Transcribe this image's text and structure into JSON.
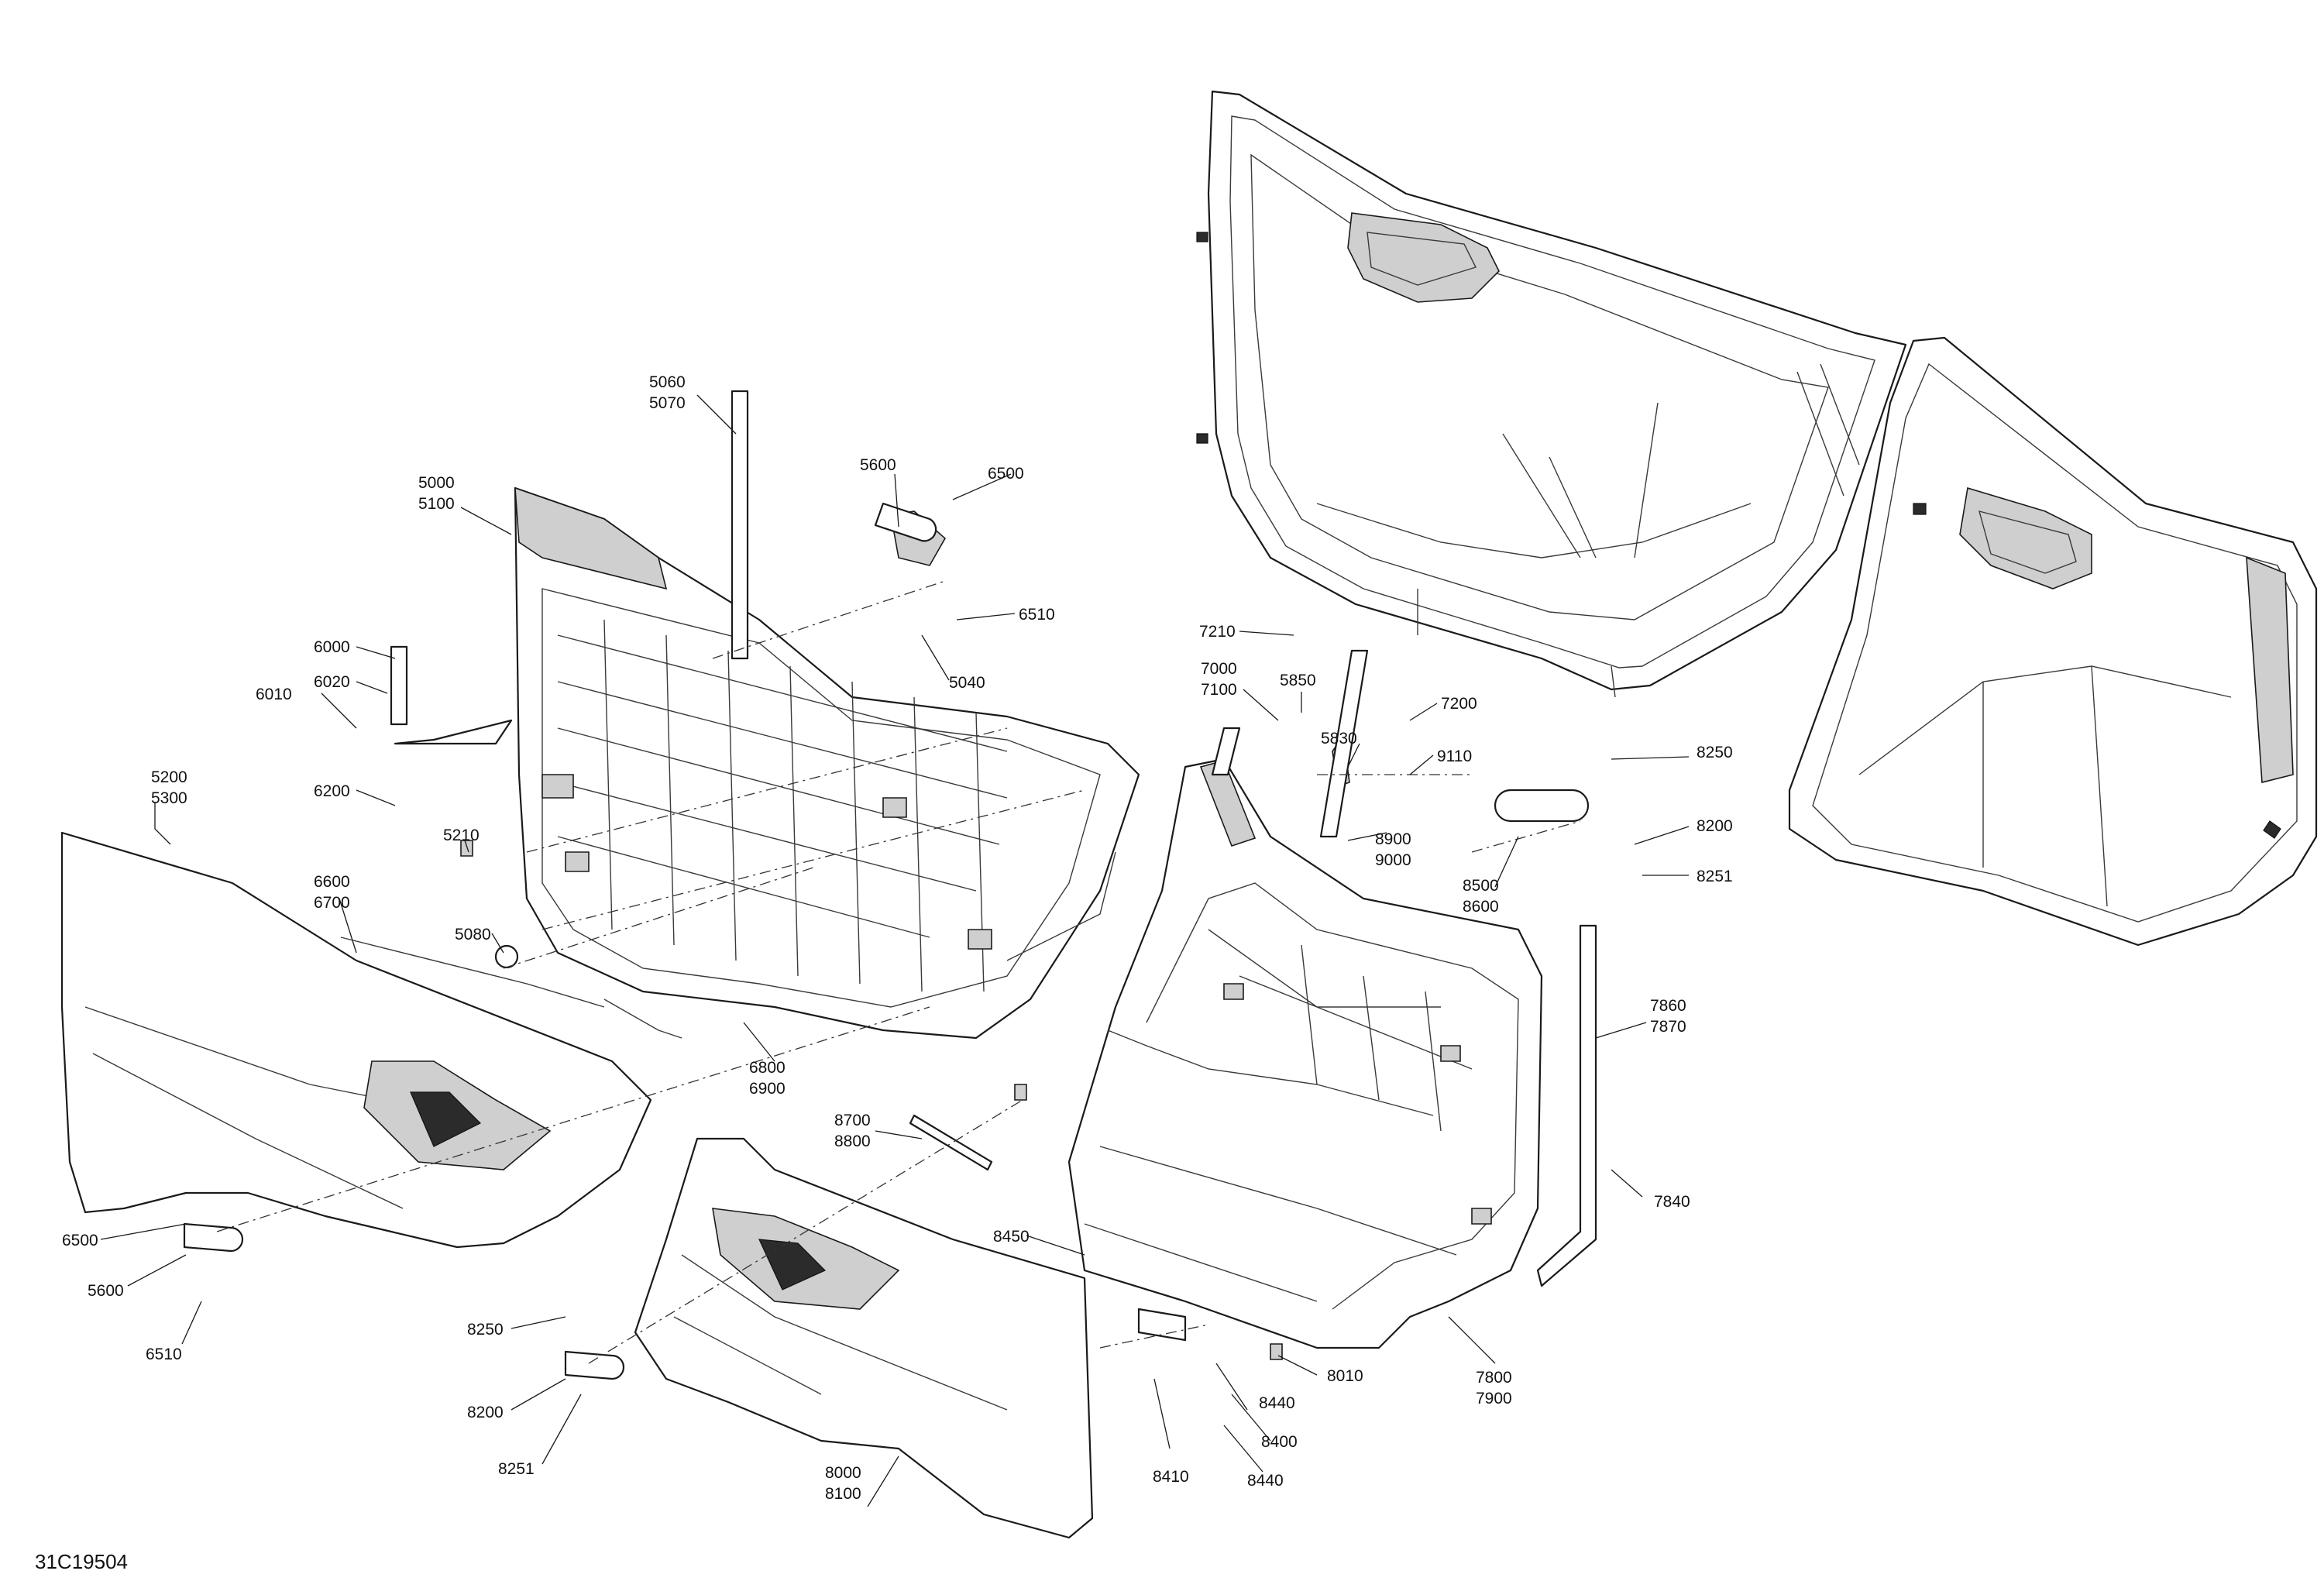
{
  "diagram": {
    "drawing_code": "31C19504",
    "callouts": [
      {
        "id": "c5060",
        "lines": [
          "5060",
          "5070"
        ]
      },
      {
        "id": "c5000",
        "lines": [
          "5000",
          "5100"
        ]
      },
      {
        "id": "c5600a",
        "lines": [
          "5600"
        ]
      },
      {
        "id": "c6500a",
        "lines": [
          "6500"
        ]
      },
      {
        "id": "c6510a",
        "lines": [
          "6510"
        ]
      },
      {
        "id": "c5040",
        "lines": [
          "5040"
        ]
      },
      {
        "id": "c6000",
        "lines": [
          "6000"
        ]
      },
      {
        "id": "c6020",
        "lines": [
          "6020"
        ]
      },
      {
        "id": "c6010",
        "lines": [
          "6010"
        ]
      },
      {
        "id": "c6200",
        "lines": [
          "6200"
        ]
      },
      {
        "id": "c5200",
        "lines": [
          "5200",
          "5300"
        ]
      },
      {
        "id": "c5210",
        "lines": [
          "5210"
        ]
      },
      {
        "id": "c6600",
        "lines": [
          "6600",
          "6700"
        ]
      },
      {
        "id": "c5080",
        "lines": [
          "5080"
        ]
      },
      {
        "id": "c6800",
        "lines": [
          "6800",
          "6900"
        ]
      },
      {
        "id": "c6500b",
        "lines": [
          "6500"
        ]
      },
      {
        "id": "c5600b",
        "lines": [
          "5600"
        ]
      },
      {
        "id": "c6510b",
        "lines": [
          "6510"
        ]
      },
      {
        "id": "c8250a",
        "lines": [
          "8250"
        ]
      },
      {
        "id": "c8200a",
        "lines": [
          "8200"
        ]
      },
      {
        "id": "c8251a",
        "lines": [
          "8251"
        ]
      },
      {
        "id": "c8700",
        "lines": [
          "8700",
          "8800"
        ]
      },
      {
        "id": "c8450",
        "lines": [
          "8450"
        ]
      },
      {
        "id": "c8000",
        "lines": [
          "8000",
          "8100"
        ]
      },
      {
        "id": "c8410",
        "lines": [
          "8410"
        ]
      },
      {
        "id": "c8440a",
        "lines": [
          "8440"
        ]
      },
      {
        "id": "c8400",
        "lines": [
          "8400"
        ]
      },
      {
        "id": "c8440b",
        "lines": [
          "8440"
        ]
      },
      {
        "id": "c8010",
        "lines": [
          "8010"
        ]
      },
      {
        "id": "c7800",
        "lines": [
          "7800",
          "7900"
        ]
      },
      {
        "id": "c7840",
        "lines": [
          "7840"
        ]
      },
      {
        "id": "c7860",
        "lines": [
          "7860",
          "7870"
        ]
      },
      {
        "id": "c7210",
        "lines": [
          "7210"
        ]
      },
      {
        "id": "c7000",
        "lines": [
          "7000",
          "7100"
        ]
      },
      {
        "id": "c5850",
        "lines": [
          "5850"
        ]
      },
      {
        "id": "c7200",
        "lines": [
          "7200"
        ]
      },
      {
        "id": "c5830",
        "lines": [
          "5830"
        ]
      },
      {
        "id": "c9110",
        "lines": [
          "9110"
        ]
      },
      {
        "id": "c8900",
        "lines": [
          "8900",
          "9000"
        ]
      },
      {
        "id": "c8500",
        "lines": [
          "8500",
          "8600"
        ]
      },
      {
        "id": "c8250b",
        "lines": [
          "8250"
        ]
      },
      {
        "id": "c8200b",
        "lines": [
          "8200"
        ]
      },
      {
        "id": "c8251b",
        "lines": [
          "8251"
        ]
      }
    ]
  }
}
